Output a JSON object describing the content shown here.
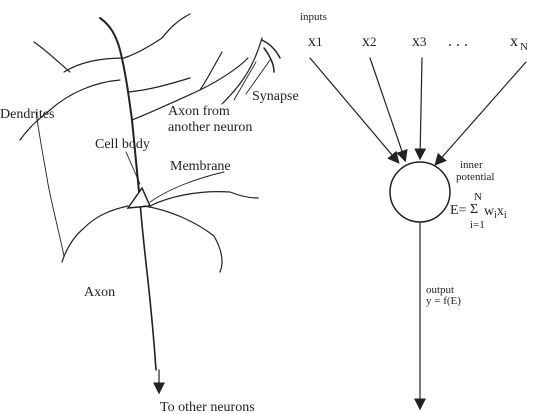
{
  "neuron": {
    "labels": {
      "dendrites": "Dendrites",
      "cell_body": "Cell body",
      "membrane": "Membrane",
      "axon_from_line1": "Axon from",
      "axon_from_line2": "another neuron",
      "synapse": "Synapse",
      "axon": "Axon",
      "to_other": "To other neurons"
    }
  },
  "model": {
    "inputs_title": "inputs",
    "inputs": [
      {
        "base": "x",
        "sub": "1"
      },
      {
        "base": "x",
        "sub": "2"
      },
      {
        "base": "x",
        "sub": "3"
      },
      {
        "base": "x",
        "sub": "N"
      }
    ],
    "ellipsis": ". . .",
    "inner_label_line1": "inner",
    "inner_label_line2": "potential",
    "equation": {
      "lhs": "E=",
      "sigma": "Σ",
      "upper": "N",
      "terms": [
        {
          "base": "w",
          "sub": "i"
        },
        {
          "base": "x",
          "sub": "i"
        }
      ],
      "lower": "i=1"
    },
    "output_title": "output",
    "output_eq": "y = f(E)"
  }
}
